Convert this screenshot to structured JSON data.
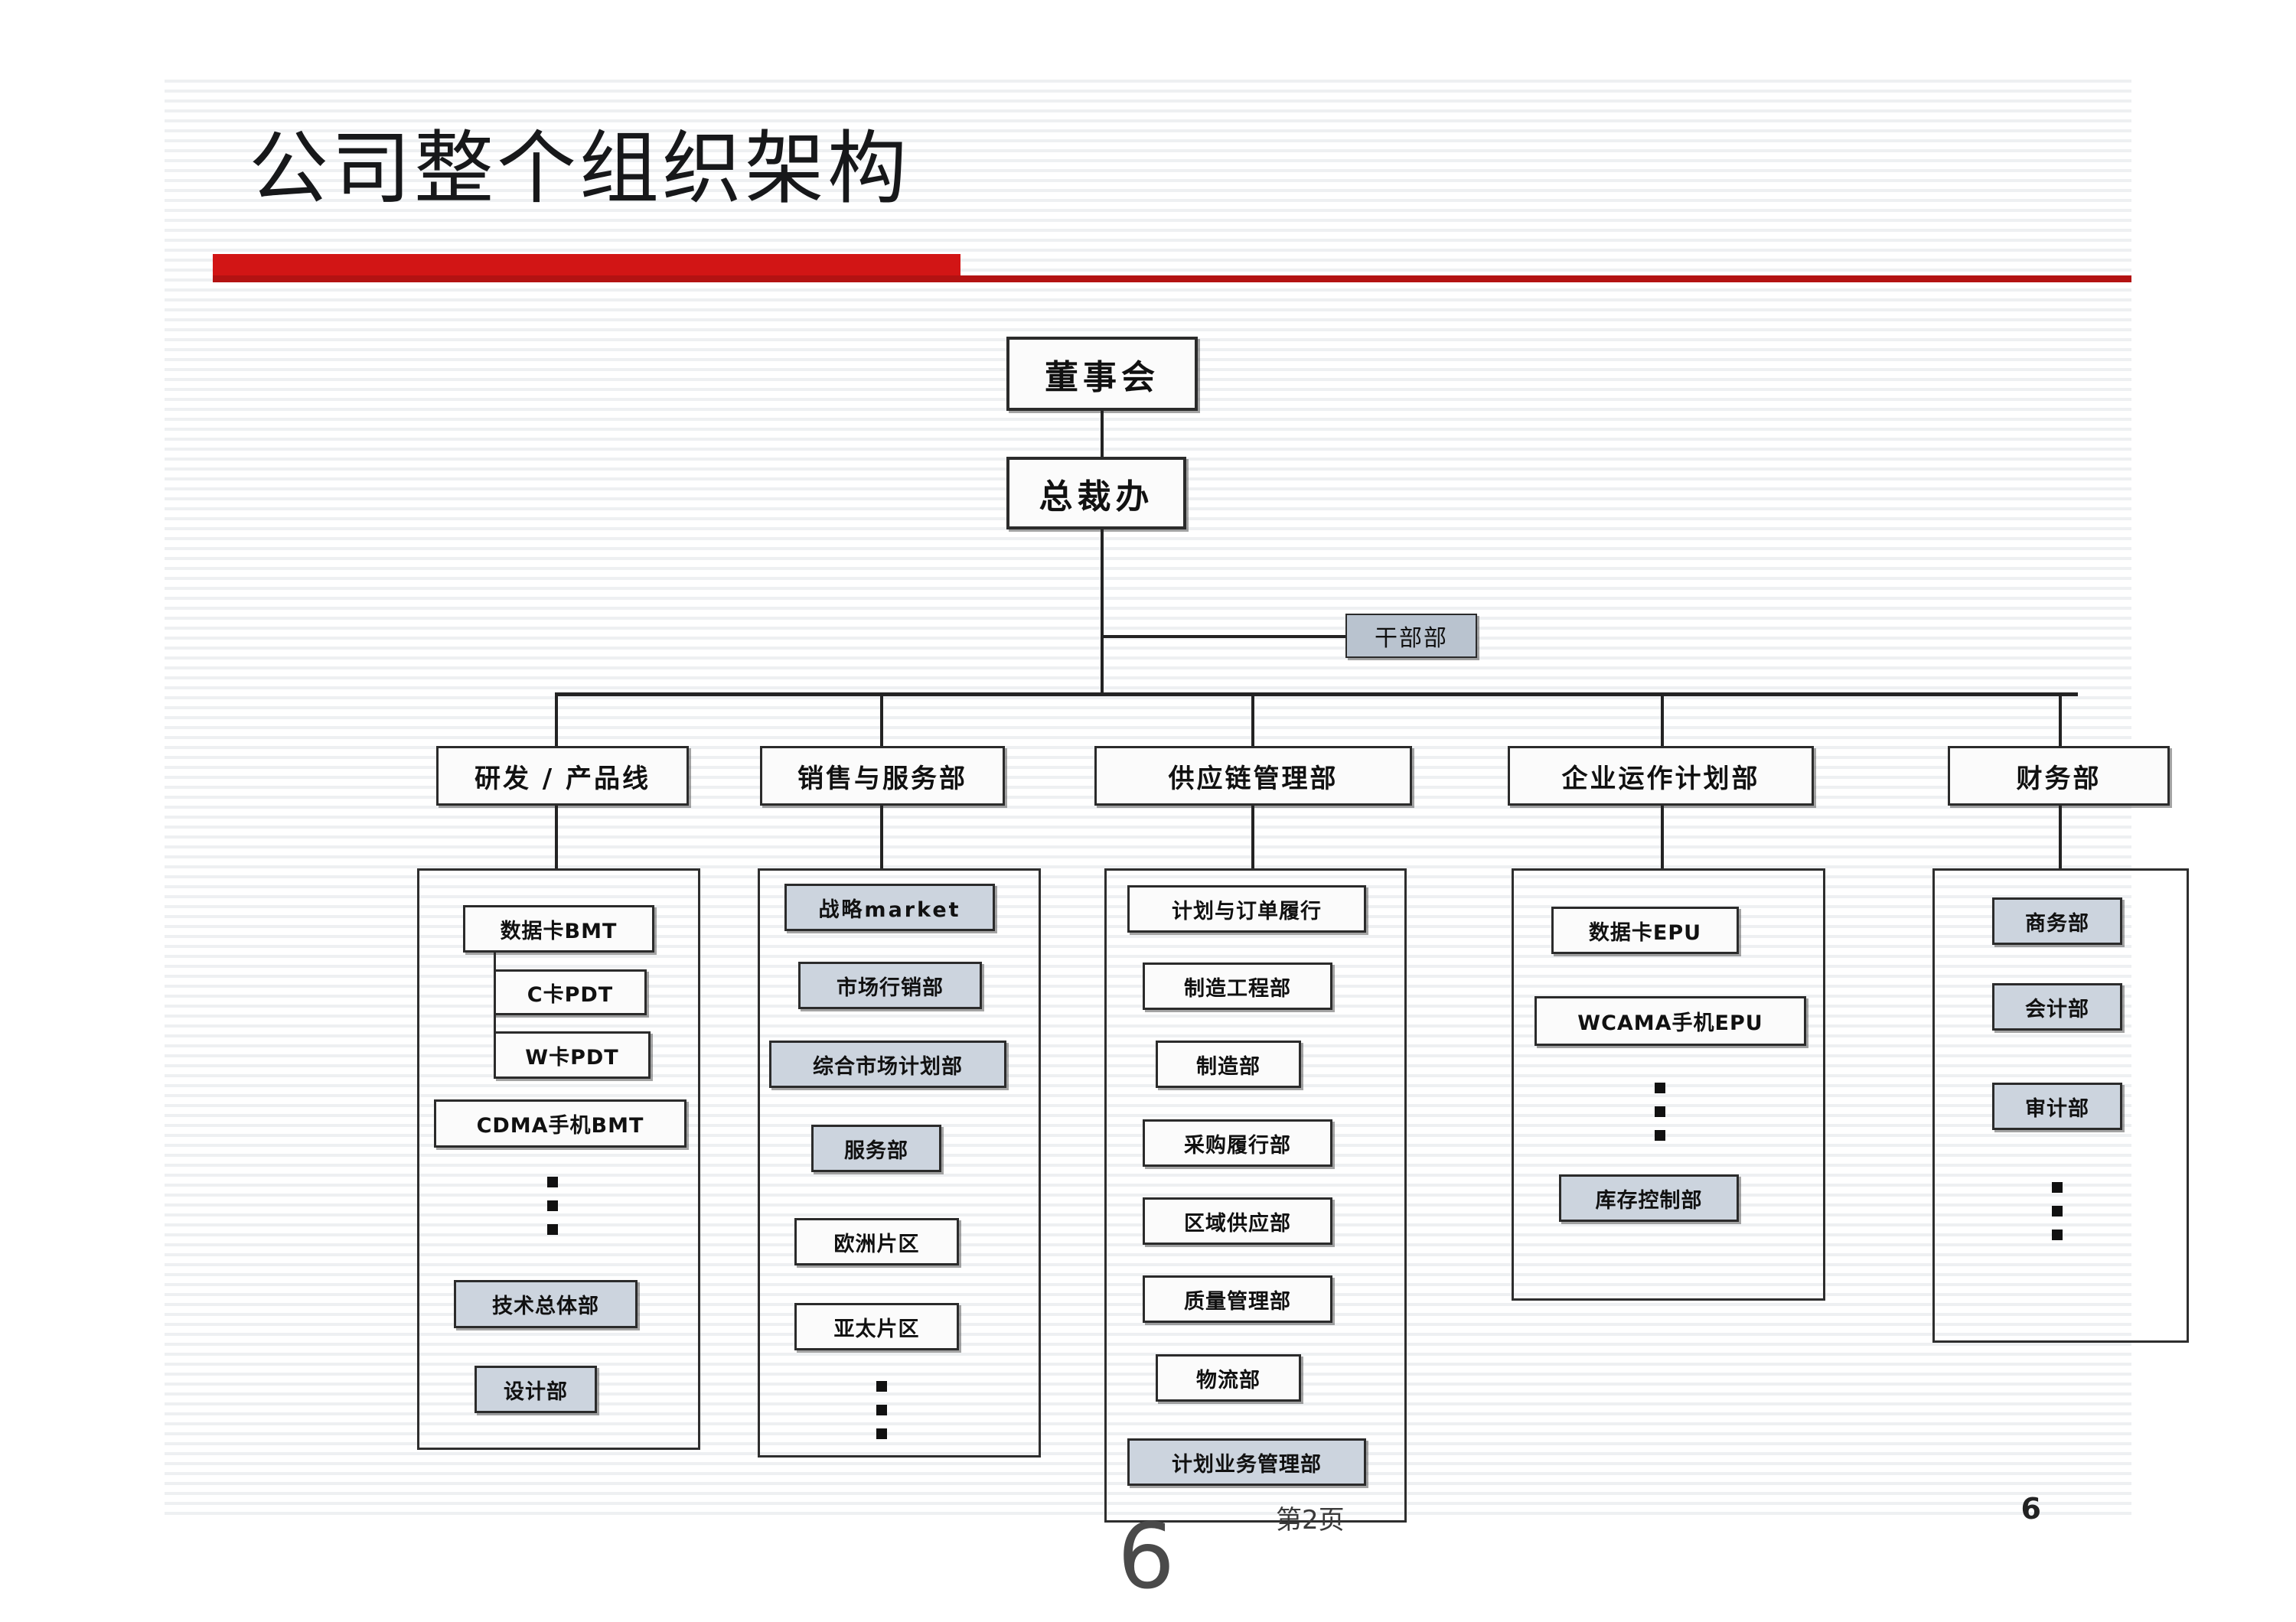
{
  "slide": {
    "title": "公司整个组织架构",
    "page_label": "第2页",
    "slide_number": "6",
    "footer_number": "6",
    "accent_color": "#d21515",
    "accent_color_thin": "#b31212",
    "highlight_fill": "#ccd4de"
  },
  "org": {
    "board": "董事会",
    "president_office": "总裁办",
    "staff_unit": "干部部",
    "departments": [
      {
        "name": "研发 / 产品线",
        "children": [
          {
            "label": "数据卡BMT",
            "highlight": false
          },
          {
            "label": "C卡PDT",
            "highlight": false,
            "indent": true
          },
          {
            "label": "W卡PDT",
            "highlight": false,
            "indent": true
          },
          {
            "label": "CDMA手机BMT",
            "highlight": false
          },
          {
            "label": "⋮",
            "ellipsis": true
          },
          {
            "label": "技术总体部",
            "highlight": true
          },
          {
            "label": "设计部",
            "highlight": true
          }
        ]
      },
      {
        "name": "销售与服务部",
        "children": [
          {
            "label": "战略market",
            "highlight": true
          },
          {
            "label": "市场行销部",
            "highlight": true
          },
          {
            "label": "综合市场计划部",
            "highlight": true
          },
          {
            "label": "服务部",
            "highlight": true
          },
          {
            "label": "欧洲片区",
            "highlight": false
          },
          {
            "label": "亚太片区",
            "highlight": false
          },
          {
            "label": "⋮",
            "ellipsis": true
          }
        ]
      },
      {
        "name": "供应链管理部",
        "children": [
          {
            "label": "计划与订单履行",
            "highlight": false
          },
          {
            "label": "制造工程部",
            "highlight": false
          },
          {
            "label": "制造部",
            "highlight": false
          },
          {
            "label": "采购履行部",
            "highlight": false
          },
          {
            "label": "区域供应部",
            "highlight": false
          },
          {
            "label": "质量管理部",
            "highlight": false
          },
          {
            "label": "物流部",
            "highlight": false
          },
          {
            "label": "计划业务管理部",
            "highlight": true
          }
        ]
      },
      {
        "name": "企业运作计划部",
        "children": [
          {
            "label": "数据卡EPU",
            "highlight": false
          },
          {
            "label": "WCAMA手机EPU",
            "highlight": false
          },
          {
            "label": "⋮",
            "ellipsis": true
          },
          {
            "label": "库存控制部",
            "highlight": true
          }
        ]
      },
      {
        "name": "财务部",
        "children": [
          {
            "label": "商务部",
            "highlight": true
          },
          {
            "label": "会计部",
            "highlight": true
          },
          {
            "label": "审计部",
            "highlight": true
          },
          {
            "label": "⋮",
            "ellipsis": true
          }
        ]
      }
    ]
  }
}
